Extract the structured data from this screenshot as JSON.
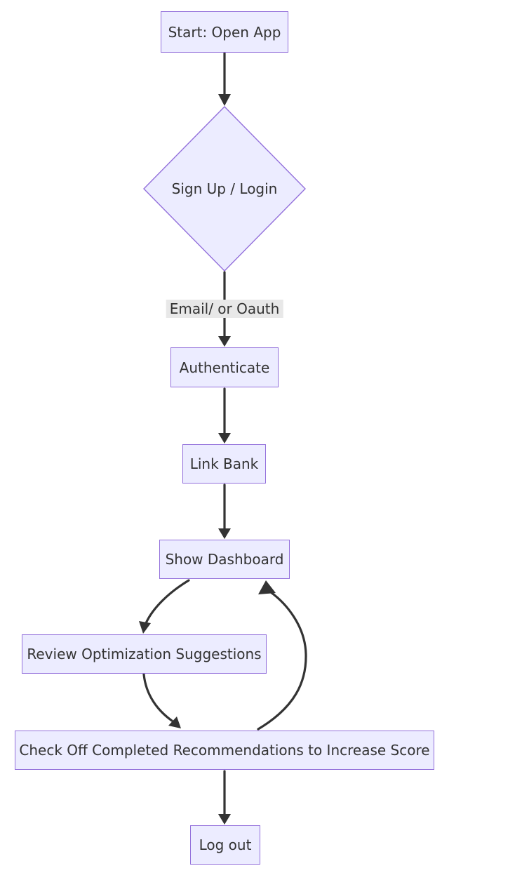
{
  "diagram": {
    "type": "flowchart",
    "direction": "top-down",
    "nodes": [
      {
        "id": "start",
        "label": "Start: Open App",
        "shape": "rectangle"
      },
      {
        "id": "signup",
        "label": "Sign Up / Login",
        "shape": "diamond"
      },
      {
        "id": "auth",
        "label": "Authenticate",
        "shape": "rectangle"
      },
      {
        "id": "linkbank",
        "label": "Link Bank",
        "shape": "rectangle"
      },
      {
        "id": "dashboard",
        "label": "Show Dashboard",
        "shape": "rectangle"
      },
      {
        "id": "review",
        "label": "Review Optimization Suggestions",
        "shape": "rectangle"
      },
      {
        "id": "checkoff",
        "label": "Check Off Completed Recommendations to Increase Score",
        "shape": "rectangle"
      },
      {
        "id": "logout",
        "label": "Log out",
        "shape": "rectangle"
      }
    ],
    "edges": [
      {
        "from": "start",
        "to": "signup",
        "label": ""
      },
      {
        "from": "signup",
        "to": "auth",
        "label": "Email/ or Oauth"
      },
      {
        "from": "auth",
        "to": "linkbank",
        "label": ""
      },
      {
        "from": "linkbank",
        "to": "dashboard",
        "label": ""
      },
      {
        "from": "dashboard",
        "to": "review",
        "label": ""
      },
      {
        "from": "review",
        "to": "checkoff",
        "label": ""
      },
      {
        "from": "checkoff",
        "to": "dashboard",
        "label": ""
      },
      {
        "from": "checkoff",
        "to": "logout",
        "label": ""
      }
    ],
    "colors": {
      "background": "#FFFFFF",
      "node_fill": "#ECECFF",
      "node_border": "#9370DB",
      "node_text": "#333333",
      "edge_stroke": "#333333",
      "edge_label_bg": "#E8E8E8",
      "edge_label_text": "#333333"
    }
  }
}
